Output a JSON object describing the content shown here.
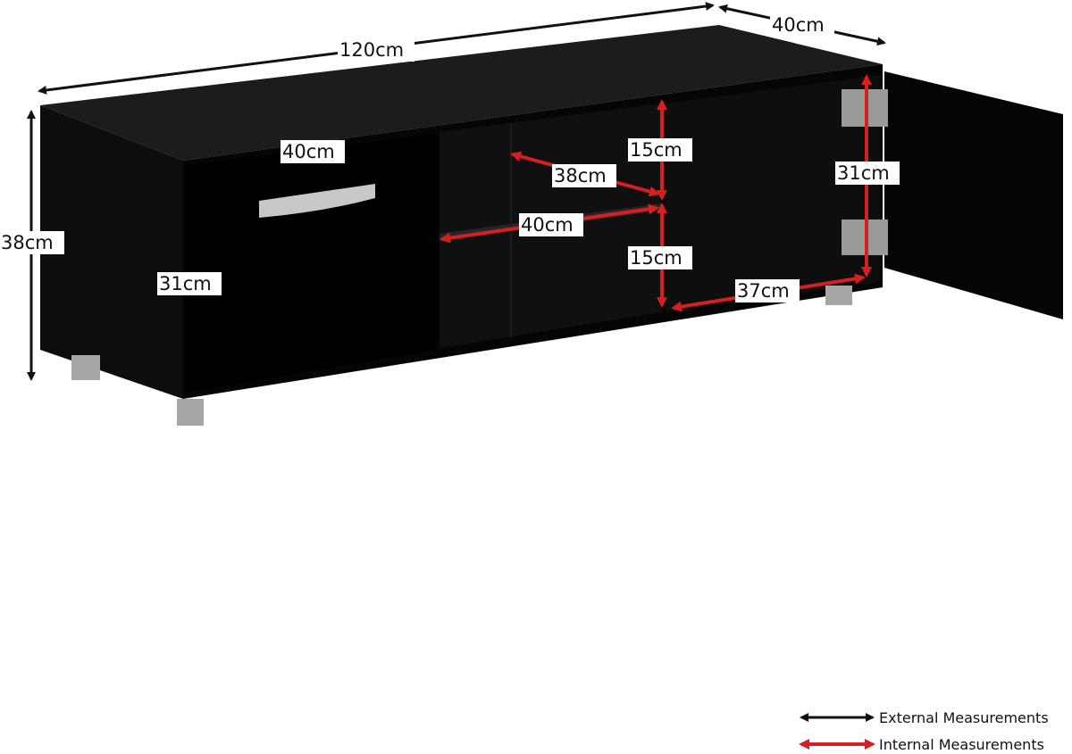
{
  "colors": {
    "external": "#111111",
    "internal": "#d42020",
    "cabinet": "#0b0b0b",
    "cabinet_top": "#1c1c1c",
    "handle": "#c8c8c8",
    "legs": "#a6a6a6"
  },
  "external": {
    "width": "120cm",
    "depth": "40cm",
    "height": "38cm"
  },
  "internal": {
    "door_width": "40cm",
    "door_height": "31cm",
    "shelf_depth": "38cm",
    "shelf_width": "40cm",
    "upper_height": "15cm",
    "lower_height": "15cm",
    "right_height": "31cm",
    "right_width": "37cm"
  },
  "legend": {
    "external_label": "External Measurements",
    "internal_label": "Internal Measurements"
  }
}
